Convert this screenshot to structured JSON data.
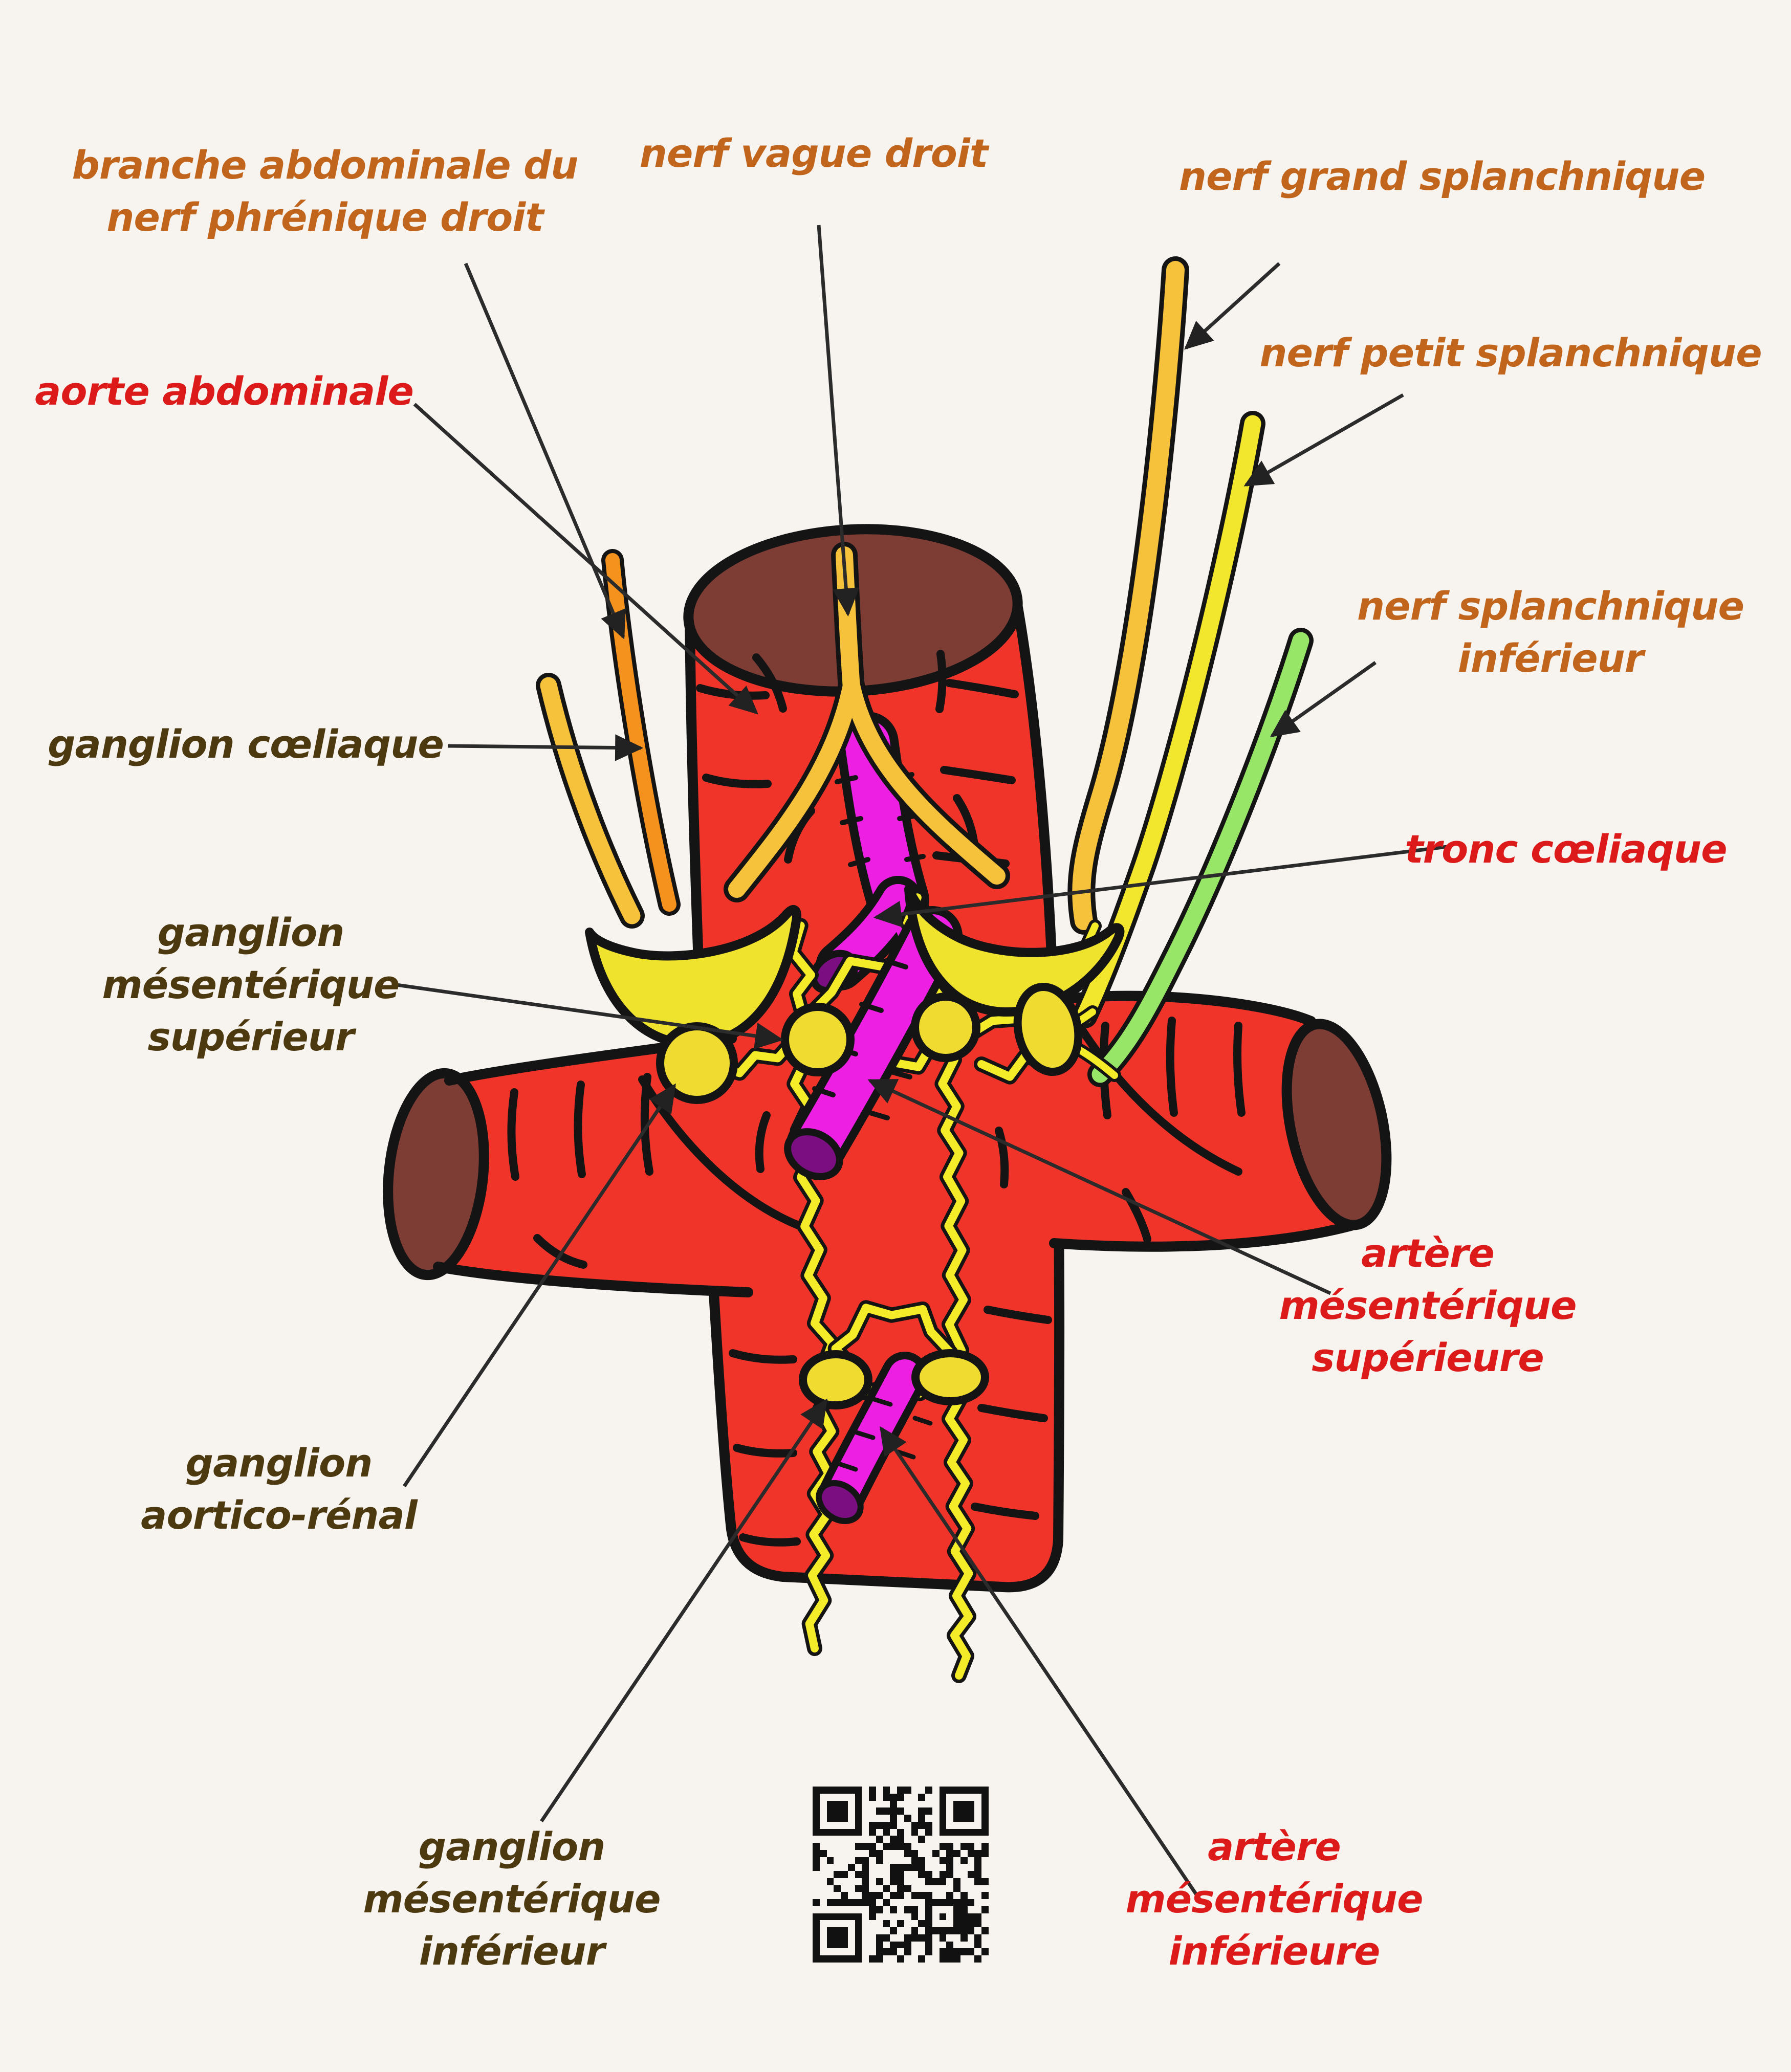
{
  "labels": {
    "branche_abdominale_nerf_phrenique_droit": {
      "lines": [
        "branche abdominale du",
        "nerf phrénique droit"
      ],
      "color": "#c2651c"
    },
    "nerf_vague_droit": {
      "lines": [
        "nerf vague droit"
      ],
      "color": "#c2651c"
    },
    "nerf_grand_splanchnique": {
      "lines": [
        "nerf grand splanchnique"
      ],
      "color": "#c2651c"
    },
    "nerf_petit_splanchnique": {
      "lines": [
        "nerf petit splanchnique"
      ],
      "color": "#c2651c"
    },
    "aorte_abdominale": {
      "lines": [
        "aorte abdominale"
      ],
      "color": "#dd1a1a"
    },
    "nerf_splanchnique_inferieur": {
      "lines": [
        "nerf splanchnique",
        "inférieur"
      ],
      "color": "#c2651c"
    },
    "ganglion_coeliaque": {
      "lines": [
        "ganglion cœliaque"
      ],
      "color": "#4d3910"
    },
    "tronc_coeliaque": {
      "lines": [
        "tronc cœliaque"
      ],
      "color": "#dd1a1a"
    },
    "ganglion_mesenterique_superieur": {
      "lines": [
        "ganglion",
        "mésentérique",
        "supérieur"
      ],
      "color": "#4d3910"
    },
    "artere_mesenterique_superieure": {
      "lines": [
        "artère",
        "mésentérique",
        "supérieure"
      ],
      "color": "#dd1a1a"
    },
    "ganglion_aortico_renal": {
      "lines": [
        "ganglion",
        "aortico-rénal"
      ],
      "color": "#4d3910"
    },
    "ganglion_mesenterique_inferieur": {
      "lines": [
        "ganglion",
        "mésentérique",
        "inférieur"
      ],
      "color": "#4d3910"
    },
    "artere_mesenterique_inferieure": {
      "lines": [
        "artère",
        "mésentérique",
        "inférieure"
      ],
      "color": "#dd1a1a"
    }
  },
  "structures": {
    "aorte_abdominale_fill": "#f0342a",
    "coupe_vaisseau_fill": "#7e3d34",
    "nerf_vague_fill": "#f6c13b",
    "nerf_phrenique_fill": "#f5921e",
    "nerf_grand_splanchnique_fill": "#f6c13b",
    "nerf_petit_splanchnique_fill": "#f2e72c",
    "nerf_splanchnique_inferieur_fill": "#98e667",
    "plexus_nerveux_fill": "#f4eb29",
    "ganglions_fill": "#f0dc30",
    "arteres_viscerales_fill": "#ed1fe3",
    "extremites_arteres_fill": "#7b0f82",
    "contours": "#141414",
    "lignes_de_repere": "#2b2b2b",
    "fond": "#f7f4f0"
  },
  "qr": {
    "modules": 25
  }
}
